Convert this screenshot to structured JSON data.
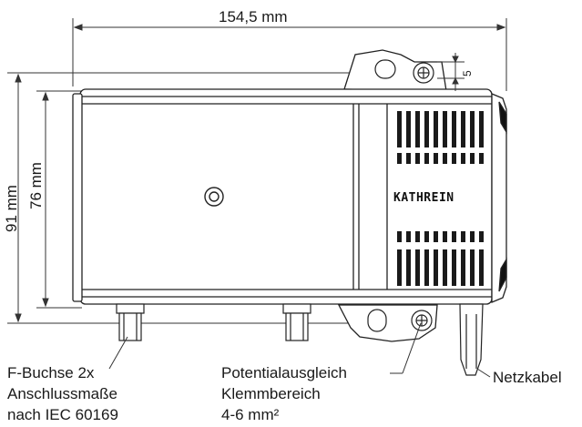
{
  "dimensions": {
    "width": "154,5 mm",
    "height_outer": "91 mm",
    "height_inner": "76 mm",
    "clamp_offset": "5"
  },
  "device": {
    "brand": "KATHREIN"
  },
  "callouts": {
    "f_connector": [
      "F-Buchse 2x",
      "Anschlussmaße",
      "nach IEC 60169"
    ],
    "potential": [
      "Potentialausgleich",
      "Klemmbereich",
      "4-6 mm²"
    ],
    "cable": "Netzkabel"
  }
}
